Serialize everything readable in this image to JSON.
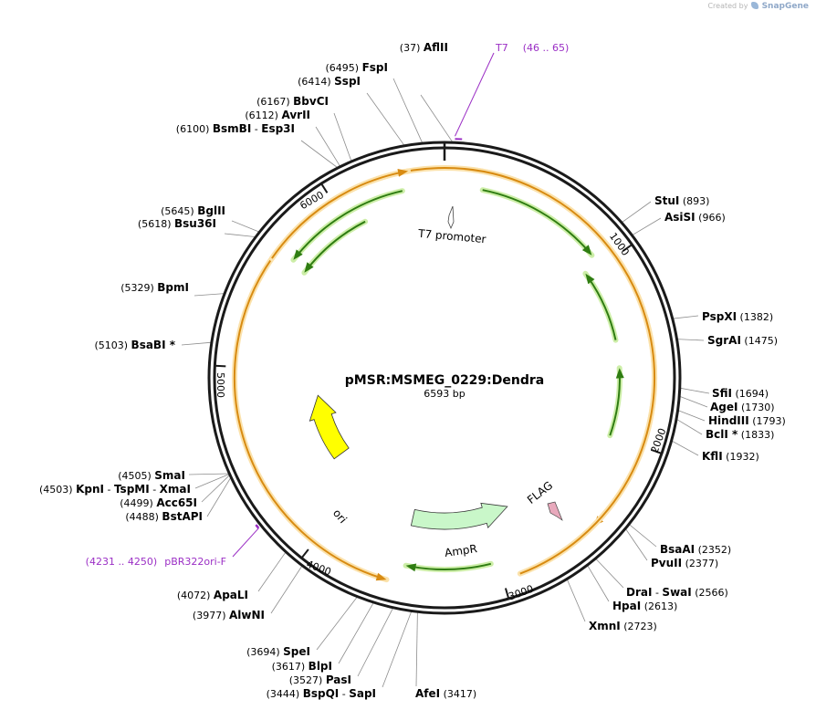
{
  "credit": {
    "created_by": "Created by",
    "brand": "SnapGene",
    "logo_icon": "snapgene-logo-icon"
  },
  "plasmid": {
    "name": "pMSR:MSMEG_0229:Dendra",
    "length_label": "6593 bp",
    "length": 6593
  },
  "colors": {
    "backbone": "#1a1a1a",
    "primer": "#9b2fc5",
    "orange_arrow": "#d88b12",
    "orange_glow": "#fbe2ac",
    "green_arrow": "#2f7d12",
    "green_glow": "#cdeea8",
    "ori_fill": "#ffff00",
    "ampr_fill": "#c9f7c9",
    "promoter_fill": "#ffffff",
    "flag_fill": "#e8a9bc"
  },
  "ticks": [
    {
      "bp": 1000,
      "label": "1000"
    },
    {
      "bp": 2000,
      "label": "2000"
    },
    {
      "bp": 3000,
      "label": "3000"
    },
    {
      "bp": 4000,
      "label": "4000"
    },
    {
      "bp": 5000,
      "label": "5000"
    },
    {
      "bp": 6000,
      "label": "6000"
    }
  ],
  "enzymes": [
    {
      "name": "AflII",
      "pos": "(37)",
      "bp": 37
    },
    {
      "name": "FspI",
      "pos": "(6495)",
      "bp": 6495
    },
    {
      "name": "SspI",
      "pos": "(6414)",
      "bp": 6414
    },
    {
      "name": "BbvCI",
      "pos": "(6167)",
      "bp": 6167
    },
    {
      "name": "AvrII",
      "pos": "(6112)",
      "bp": 6112
    },
    {
      "name": "BsmBI",
      "name2": "Esp3I",
      "pos": "(6100)",
      "bp": 6100
    },
    {
      "name": "BglII",
      "pos": "(5645)",
      "bp": 5645
    },
    {
      "name": "Bsu36I",
      "pos": "(5618)",
      "bp": 5618
    },
    {
      "name": "BpmI",
      "pos": "(5329)",
      "bp": 5329
    },
    {
      "name": "BsaBI *",
      "pos": "(5103)",
      "bp": 5103
    },
    {
      "name": "SmaI",
      "pos": "(4505)",
      "bp": 4505
    },
    {
      "name": "KpnI",
      "name2": "TspMI",
      "name3": "XmaI",
      "pos": "(4503)",
      "bp": 4503
    },
    {
      "name": "Acc65I",
      "pos": "(4499)",
      "bp": 4499
    },
    {
      "name": "BstAPI",
      "pos": "(4488)",
      "bp": 4488
    },
    {
      "name": "ApaLI",
      "pos": "(4072)",
      "bp": 4072
    },
    {
      "name": "AlwNI",
      "pos": "(3977)",
      "bp": 3977
    },
    {
      "name": "SpeI",
      "pos": "(3694)",
      "bp": 3694
    },
    {
      "name": "BlpI",
      "pos": "(3617)",
      "bp": 3617
    },
    {
      "name": "PasI",
      "pos": "(3527)",
      "bp": 3527
    },
    {
      "name": "BspQI",
      "name2": "SapI",
      "pos": "(3444)",
      "bp": 3444
    },
    {
      "name": "AfeI",
      "pos": "(3417)",
      "bp": 3417
    },
    {
      "name": "XmnI",
      "pos": "(2723)",
      "bp": 2723
    },
    {
      "name": "HpaI",
      "pos": "(2613)",
      "bp": 2613
    },
    {
      "name": "DraI",
      "name2": "SwaI",
      "pos": "(2566)",
      "bp": 2566
    },
    {
      "name": "PvuII",
      "pos": "(2377)",
      "bp": 2377
    },
    {
      "name": "BsaAI",
      "pos": "(2352)",
      "bp": 2352
    },
    {
      "name": "KflI",
      "pos": "(1932)",
      "bp": 1932
    },
    {
      "name": "BclI *",
      "pos": "(1833)",
      "bp": 1833
    },
    {
      "name": "HindIII",
      "pos": "(1793)",
      "bp": 1793
    },
    {
      "name": "AgeI",
      "pos": "(1730)",
      "bp": 1730
    },
    {
      "name": "SfiI",
      "pos": "(1694)",
      "bp": 1694
    },
    {
      "name": "SgrAI",
      "pos": "(1475)",
      "bp": 1475
    },
    {
      "name": "PspXI",
      "pos": "(1382)",
      "bp": 1382
    },
    {
      "name": "AsiSI",
      "pos": "(966)",
      "bp": 966
    },
    {
      "name": "StuI",
      "pos": "(893)",
      "bp": 893
    }
  ],
  "primers": [
    {
      "name": "T7",
      "pos": "(46 .. 65)",
      "start": 46,
      "end": 65
    },
    {
      "name": "pBR322ori-F",
      "pos": "(4231 .. 4250)",
      "start": 4231,
      "end": 4250
    }
  ],
  "features": [
    {
      "kind": "promoter",
      "name": "T7 promoter",
      "start": 6580,
      "end": 60,
      "icon": "promoter-arrow-icon"
    },
    {
      "kind": "flag",
      "name": "FLAG",
      "start": 2300,
      "end": 2340,
      "icon": "flag-tag-icon"
    },
    {
      "kind": "ampr",
      "name": "AmpR",
      "start": 3530,
      "end": 2820
    },
    {
      "kind": "ori",
      "name": "ori",
      "start": 4280,
      "end": 4800
    }
  ],
  "orange_arcs": [
    {
      "start": 140,
      "end": 2470,
      "dir": 1
    },
    {
      "start": 2910,
      "end": 3590,
      "dir": -1
    },
    {
      "start": 5580,
      "end": 6410,
      "dir": 1
    }
  ],
  "green_arcs": [
    {
      "start": 2000,
      "end": 1590,
      "ring": 2
    },
    {
      "start": 1420,
      "end": 980,
      "ring": 2
    },
    {
      "start": 210,
      "end": 920,
      "ring": 1
    },
    {
      "start": 3040,
      "end": 3510,
      "ring": 1
    },
    {
      "start": 6360,
      "end": 5640,
      "ring": 1
    },
    {
      "start": 6100,
      "end": 5620,
      "ring": 2
    }
  ]
}
